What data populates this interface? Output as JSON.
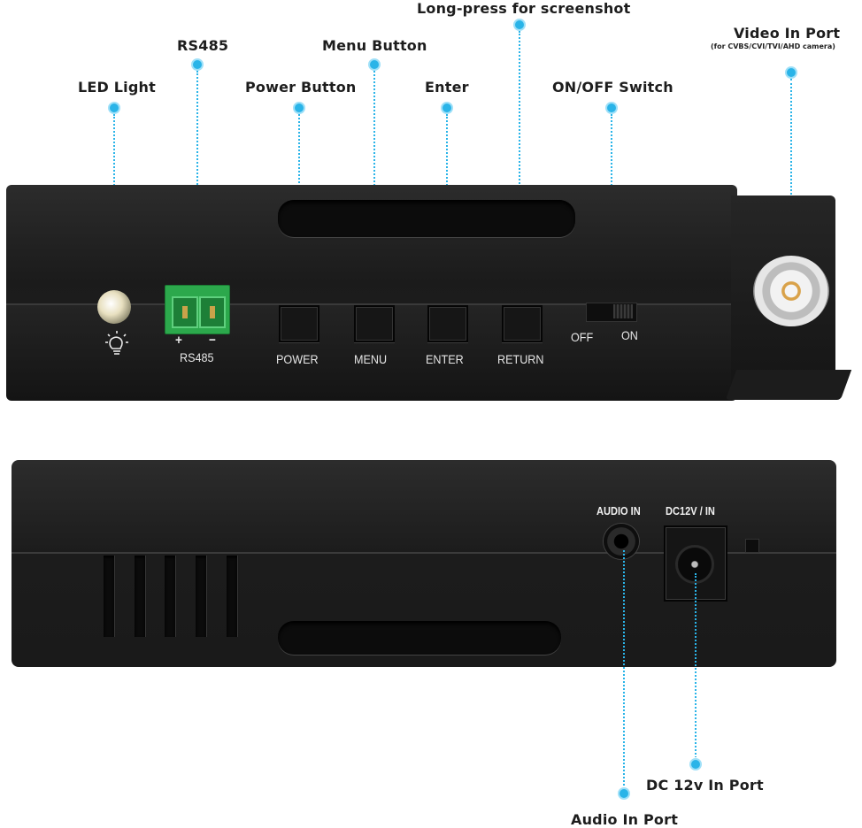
{
  "callouts": {
    "led_light": "LED Light",
    "rs485": "RS485",
    "power_button": "Power Button",
    "menu_button": "Menu Button",
    "enter": "Enter",
    "long_press": "Long-press for screenshot",
    "on_off_switch": "ON/OFF Switch",
    "video_in_port": "Video In Port",
    "video_in_sub": "(for CVBS/CVI/TVI/AHD camera)",
    "dc_in_port": "DC 12v In Port",
    "audio_in_port": "Audio In Port"
  },
  "panel_top": {
    "rs485_label": "RS485",
    "plus": "+",
    "minus": "−",
    "power": "POWER",
    "menu": "MENU",
    "enter": "ENTER",
    "return": "RETURN",
    "off": "OFF",
    "on": "ON"
  },
  "panel_bottom": {
    "audio_in": "AUDIO IN",
    "dc_in": "DC12V / IN"
  },
  "colors": {
    "callout_dot": "#2ab4e8",
    "terminal_green": "#2ca84c",
    "device_body": "#1c1c1c"
  }
}
